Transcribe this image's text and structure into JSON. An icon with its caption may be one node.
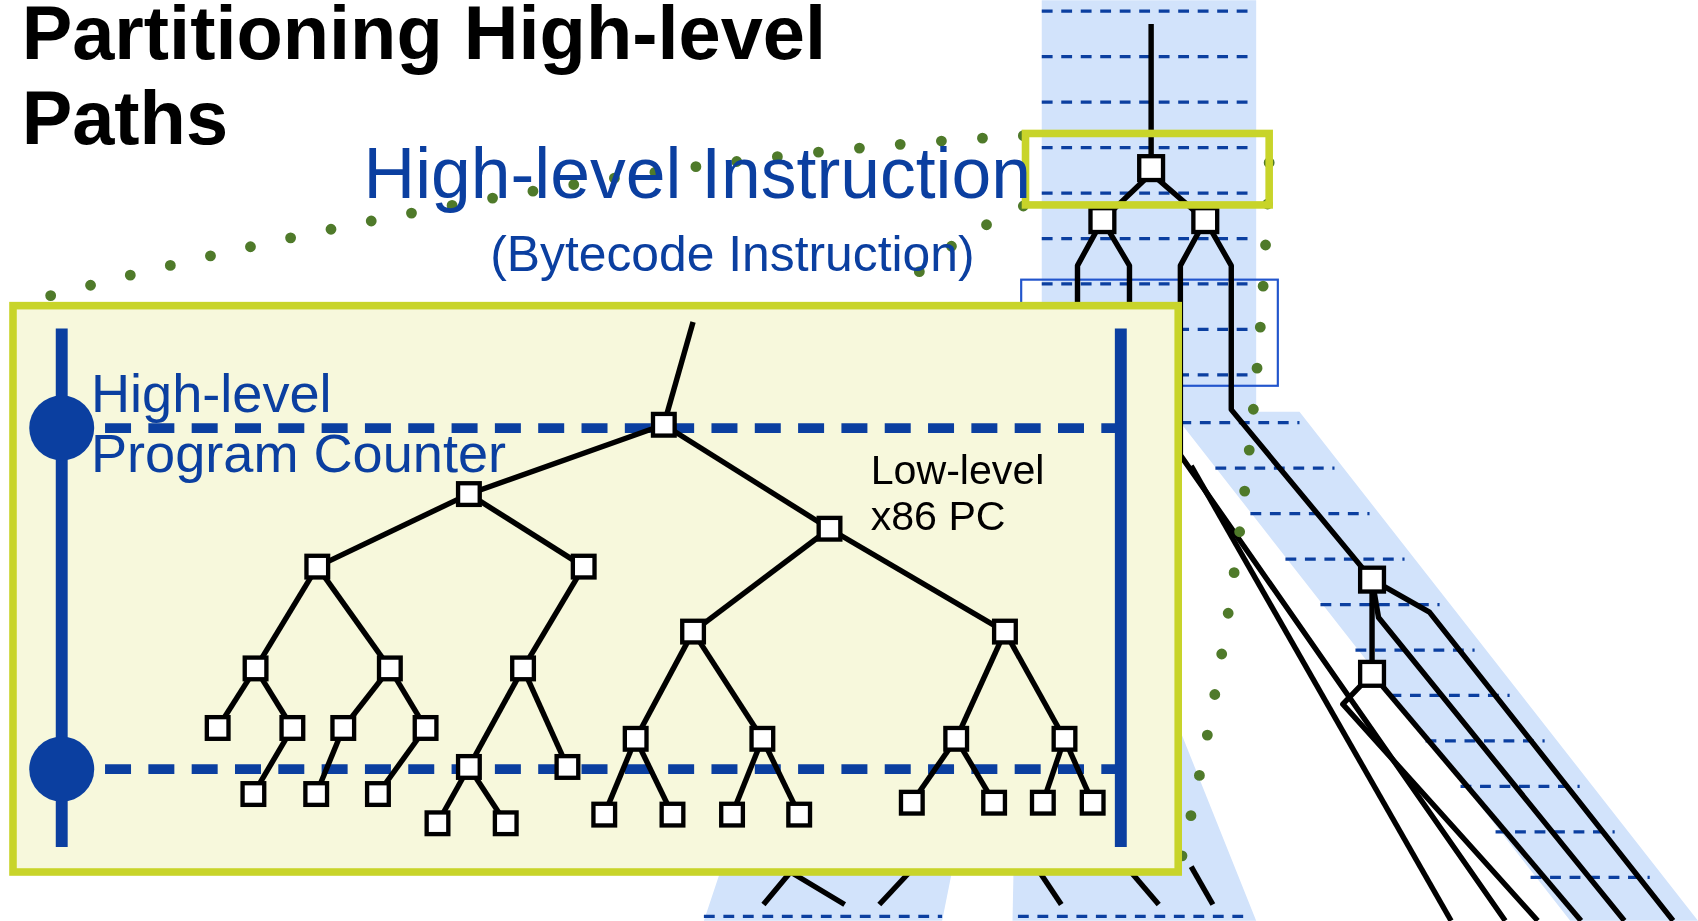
{
  "diagram": {
    "title": "Partitioning High-level Paths",
    "labels": [
      "High-level Instruction",
      "(Bytecode Instruction)",
      "High-level Program Counter",
      "Low-level x86 PC"
    ]
  }
}
